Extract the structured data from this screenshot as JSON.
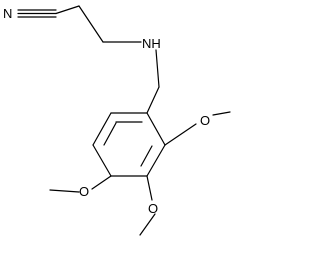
{
  "molecule": {
    "atom_labels": {
      "nitrile_n": "N",
      "amine_nh": "NH",
      "o_methoxy_2": "O",
      "o_methoxy_3": "O",
      "o_methoxy_4": "O"
    },
    "colors": {
      "bond": "#000000",
      "text": "#000000",
      "background": "#ffffff"
    }
  }
}
